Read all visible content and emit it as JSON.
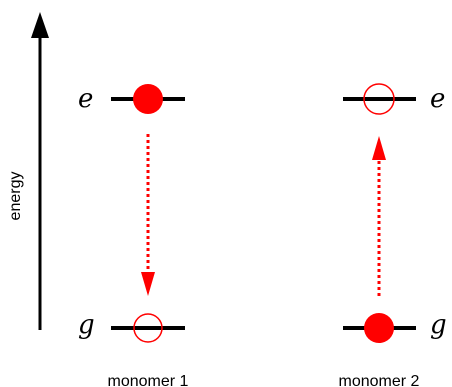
{
  "axis": {
    "label": "energy"
  },
  "colors": {
    "accent": "#ff0000",
    "line": "#000000"
  },
  "monomers": [
    {
      "label": "monomer 1",
      "excited_label": "e",
      "ground_label": "g",
      "excited_occupied": true,
      "ground_occupied": false,
      "transition": "down"
    },
    {
      "label": "monomer 2",
      "excited_label": "e",
      "ground_label": "g",
      "excited_occupied": false,
      "ground_occupied": true,
      "transition": "up"
    }
  ]
}
